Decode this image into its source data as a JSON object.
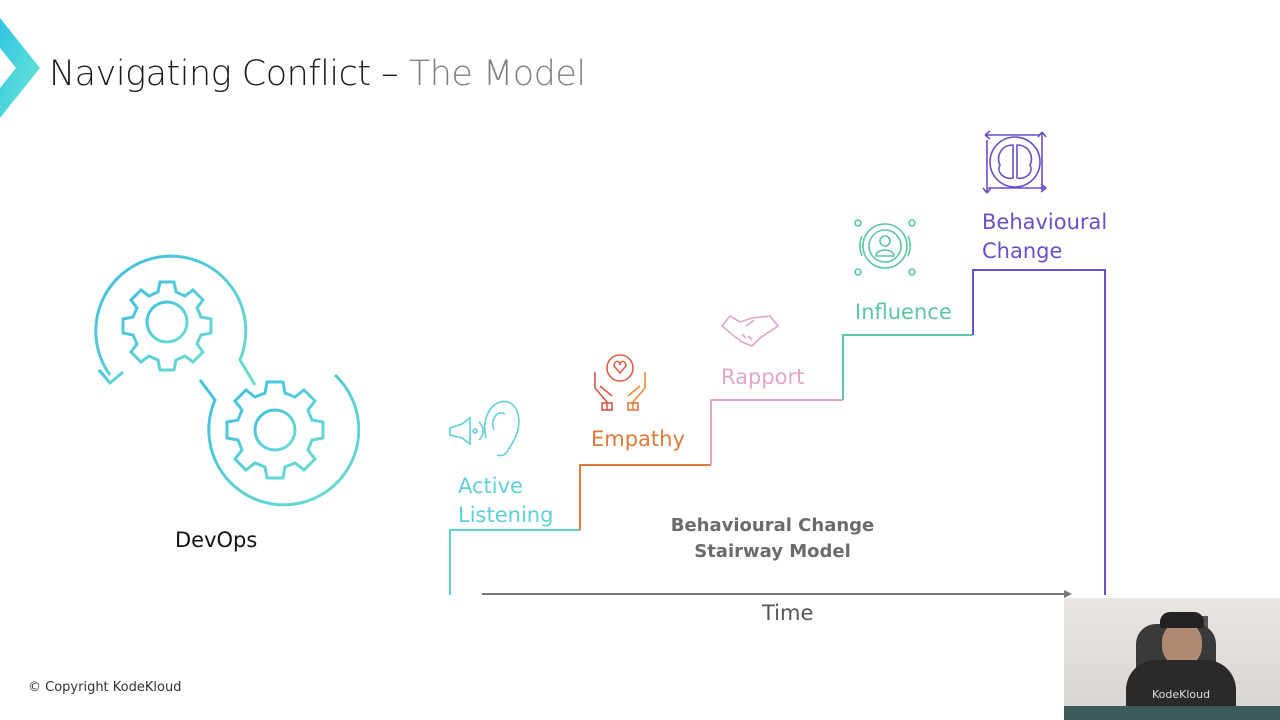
{
  "slide": {
    "title_main": "Navigating Conflict –",
    "title_sub": "The Model",
    "copyright": "© Copyright KodeKloud"
  },
  "devops": {
    "label": "DevOps",
    "icon": "devops-gears-loop-icon",
    "color": "#4cc6dc"
  },
  "stairway": {
    "title_line1": "Behavioural Change",
    "title_line2": "Stairway Model",
    "axis_label": "Time",
    "steps": [
      {
        "label_line1": "Active",
        "label_line2": "Listening",
        "icon": "ear-speaker-icon",
        "color": "#5fcfd8"
      },
      {
        "label_line1": "Empathy",
        "label_line2": "",
        "icon": "hands-heart-icon",
        "color": "#e07a3a"
      },
      {
        "label_line1": "Rapport",
        "label_line2": "",
        "icon": "handshake-icon",
        "color": "#e2a6c9"
      },
      {
        "label_line1": "Influence",
        "label_line2": "",
        "icon": "influence-person-icon",
        "color": "#5cc79d"
      },
      {
        "label_line1": "Behavioural",
        "label_line2": "Change",
        "icon": "brain-arrows-icon",
        "color": "#6a4fc8"
      }
    ]
  },
  "presenter": {
    "shirt_text": "KodeKloud"
  }
}
